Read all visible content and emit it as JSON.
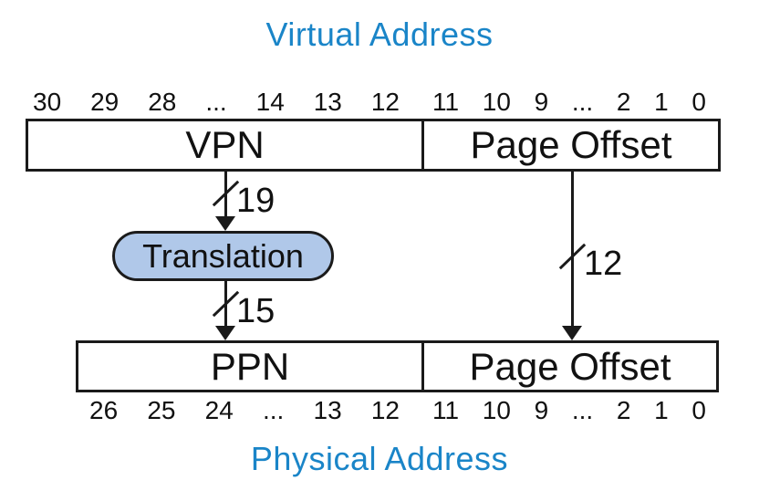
{
  "titles": {
    "virtual": "Virtual Address",
    "physical": "Physical Address"
  },
  "colors": {
    "accent_blue": "#1a85c8",
    "pill_fill": "#b0c8e9",
    "line": "#1a1a1a"
  },
  "virtual_address": {
    "bits_high": [
      "30",
      "29",
      "28",
      "...",
      "14",
      "13",
      "12"
    ],
    "bits_low": [
      "11",
      "10",
      "9",
      "...",
      "2",
      "1",
      "0"
    ],
    "fields": {
      "vpn": "VPN",
      "page_offset": "Page Offset"
    }
  },
  "physical_address": {
    "bits_high": [
      "26",
      "25",
      "24",
      "...",
      "13",
      "12"
    ],
    "bits_low": [
      "11",
      "10",
      "9",
      "...",
      "2",
      "1",
      "0"
    ],
    "fields": {
      "ppn": "PPN",
      "page_offset": "Page Offset"
    }
  },
  "translation": {
    "label": "Translation"
  },
  "bus_widths": {
    "vpn_bits": "19",
    "ppn_bits": "15",
    "offset_bits": "12"
  }
}
